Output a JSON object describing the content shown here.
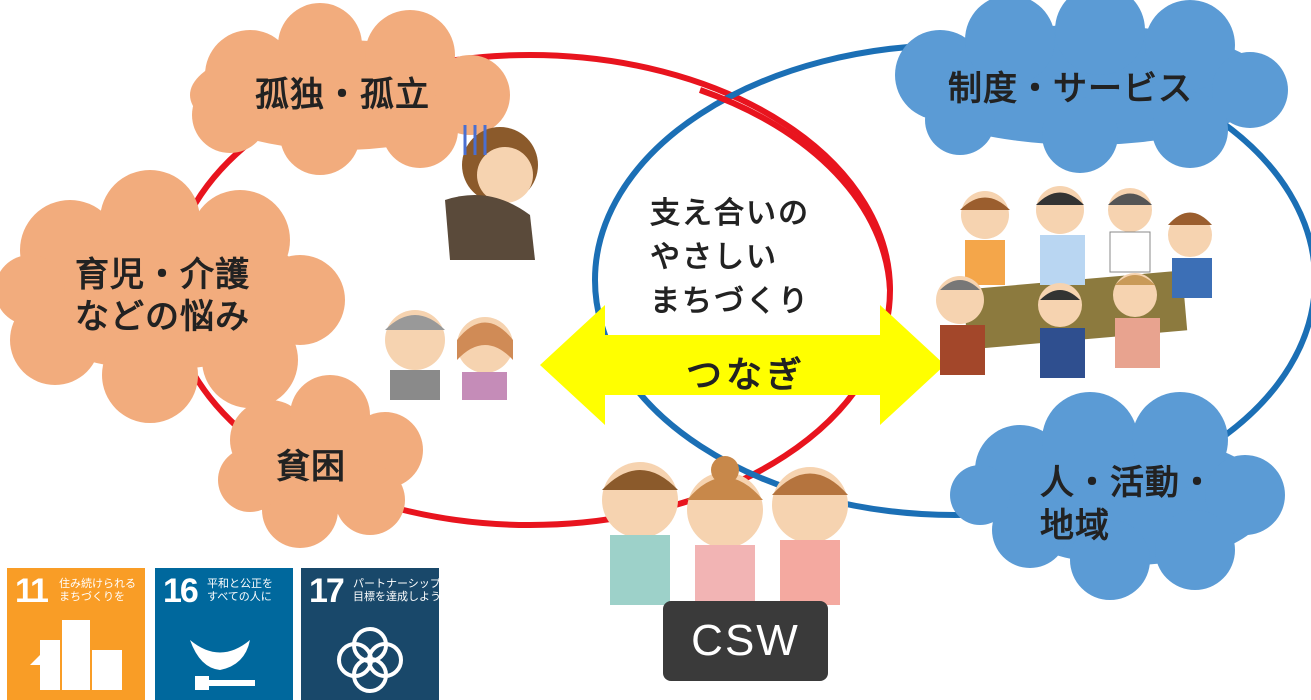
{
  "clouds": {
    "isolation": "孤独・孤立",
    "care_line1": "育児・介護",
    "care_line2": "などの悩み",
    "poverty": "貧困",
    "services": "制度・サービス",
    "community_line1": "人・活動・",
    "community_line2": "地域"
  },
  "center": {
    "line1": "支え合いの",
    "line2": "やさしい",
    "line3": "まちづくり"
  },
  "arrow_label": "つなぎ",
  "csw_label": "CSW",
  "sdgs": [
    {
      "number": "11",
      "label_line1": "住み続けられる",
      "label_line2": "まちづくりを",
      "color": "#F99D26"
    },
    {
      "number": "16",
      "label_line1": "平和と公正を",
      "label_line2": "すべての人に",
      "color": "#00689D"
    },
    {
      "number": "17",
      "label_line1": "パートナーシップで",
      "label_line2": "目標を達成しよう",
      "color": "#19486A"
    }
  ],
  "colors": {
    "red_ring": "#E8141E",
    "blue_ring": "#1B6FB5",
    "orange_cloud": "#F2AC7D",
    "blue_cloud": "#5B9BD5",
    "arrow": "#FFFF00"
  }
}
